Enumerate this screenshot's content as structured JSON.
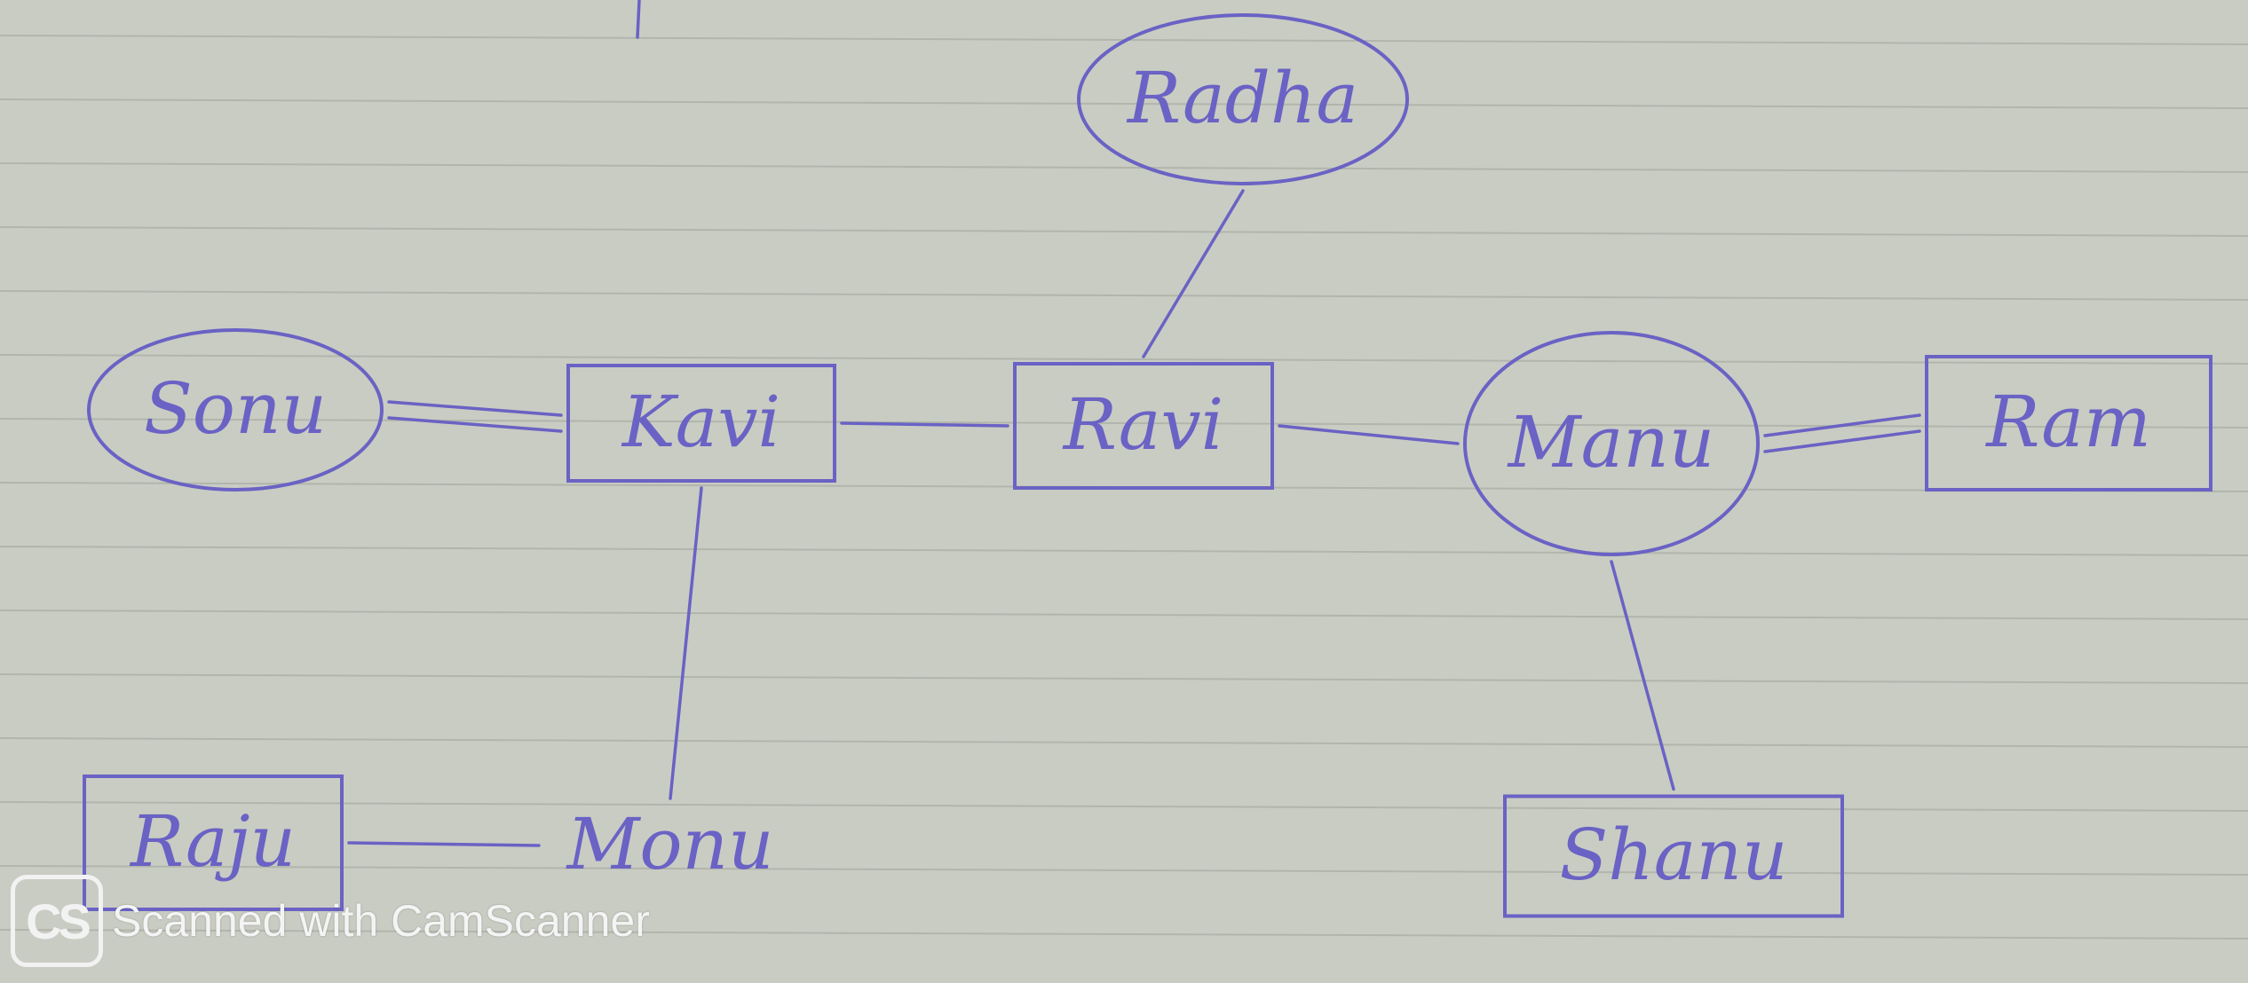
{
  "diagram": {
    "nodes": [
      {
        "id": "radha",
        "label": "Radha",
        "shape": "ellipse"
      },
      {
        "id": "sonu",
        "label": "Sonu",
        "shape": "ellipse"
      },
      {
        "id": "kavi",
        "label": "Kavi",
        "shape": "rect"
      },
      {
        "id": "ravi",
        "label": "Ravi",
        "shape": "rect"
      },
      {
        "id": "manu",
        "label": "Manu",
        "shape": "ellipse"
      },
      {
        "id": "ram",
        "label": "Ram",
        "shape": "rect"
      },
      {
        "id": "raju",
        "label": "Raju",
        "shape": "rect"
      },
      {
        "id": "monu",
        "label": "Monu",
        "shape": "none"
      },
      {
        "id": "shanu",
        "label": "Shanu",
        "shape": "rect"
      }
    ],
    "edges": [
      {
        "from": "radha",
        "to": "ravi",
        "style": "single"
      },
      {
        "from": "sonu",
        "to": "kavi",
        "style": "double"
      },
      {
        "from": "kavi",
        "to": "ravi",
        "style": "single"
      },
      {
        "from": "ravi",
        "to": "manu",
        "style": "single"
      },
      {
        "from": "manu",
        "to": "ram",
        "style": "double"
      },
      {
        "from": "kavi",
        "to": "monu",
        "style": "single"
      },
      {
        "from": "raju",
        "to": "monu",
        "style": "single"
      },
      {
        "from": "manu",
        "to": "shanu",
        "style": "single"
      }
    ],
    "ink_color": "#6a62c4",
    "paper_color": "#c9ccc3"
  },
  "watermark": {
    "logo": "CS",
    "text": "Scanned with CamScanner"
  }
}
